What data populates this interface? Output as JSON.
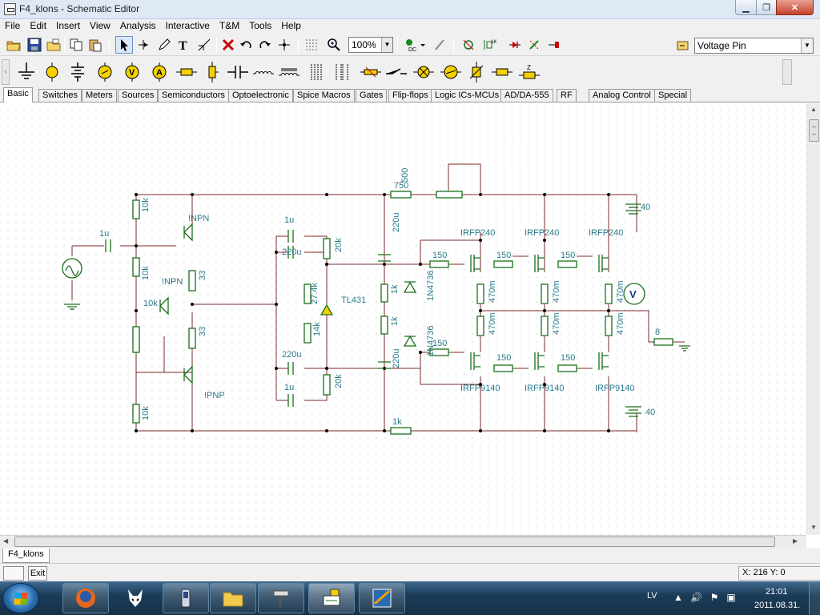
{
  "window": {
    "title": "F4_klons - Schematic Editor"
  },
  "menu": [
    "File",
    "Edit",
    "Insert",
    "View",
    "Analysis",
    "Interactive",
    "T&M",
    "Tools",
    "Help"
  ],
  "toolbar": {
    "zoom_value": "100%",
    "pin_type": "Voltage Pin"
  },
  "component_tabs": [
    "Basic",
    "Switches",
    "Meters",
    "Sources",
    "Semiconductors",
    "Optoelectronic",
    "Spice Macros",
    "Gates",
    "Flip-flops",
    "Logic ICs-MCUs",
    "AD/DA-555",
    "RF",
    "Analog Control",
    "Special"
  ],
  "active_tab": "Basic",
  "schematic": {
    "labels": {
      "c_in": "1u",
      "r_top_left": "10k",
      "r_mid_left": "10k",
      "pot_left": "10k",
      "r_bot_left": "10k",
      "q_npn1": "!NPN",
      "q_npn2": "!NPN",
      "q_pnp": "!PNP",
      "r_33a": "33",
      "r_33b": "33",
      "c_1u_top": "1u",
      "c_220u_top": "220u",
      "c_220u_bot": "220u",
      "c_1u_bot": "1u",
      "r_20k_top": "20k",
      "r_20k_bot": "20k",
      "r_27k": "27.4k",
      "r_14k": "14k",
      "tl431": "TL431",
      "r_750": "750",
      "pot_500": "500",
      "c_220u_vert_top": "220u",
      "c_220u_vert_bot": "220u",
      "r_1k_a": "1k",
      "r_1k_b": "1k",
      "r_1k_bottom": "1k",
      "z1": "1N4736",
      "z2": "1N4736",
      "g150_1": "150",
      "g150_2": "150",
      "g150_3": "150",
      "g150_4": "150",
      "g150_5": "150",
      "g150_6": "150",
      "m1": "IRFP240",
      "m2": "IRFP240",
      "m3": "IRFP240",
      "m4": "IRFP9140",
      "m5": "IRFP9140",
      "m6": "IRFP9140",
      "rs1": "470m",
      "rs2": "470m",
      "rs3": "470m",
      "rs4": "470m",
      "rs5": "470m",
      "rs6": "470m",
      "bat_top": "40",
      "bat_bot": "40",
      "load": "8",
      "meter": "V"
    }
  },
  "document_tab": "F4_klons",
  "status": {
    "exit_label": "Exit",
    "coords": "X: 216  Y: 0"
  },
  "taskbar": {
    "language": "LV",
    "time": "21:01",
    "date": "2011.08.31."
  },
  "colors": {
    "wire": "#7a2a2a",
    "component": "#1a6e1a",
    "label": "#2a7a8a"
  }
}
